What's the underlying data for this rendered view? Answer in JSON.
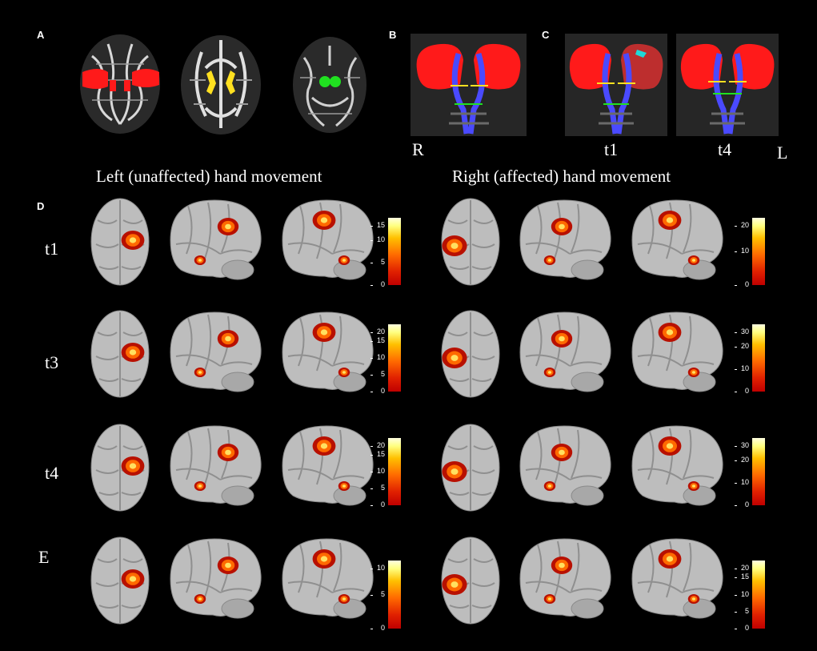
{
  "panels": {
    "A": "A",
    "B": "B",
    "C": "C",
    "D": "D",
    "E": "E"
  },
  "orientation": {
    "right": "R",
    "left": "L",
    "coronal_t1": "t1",
    "coronal_t4": "t4"
  },
  "headings": {
    "left_hand": "Left (unaffected) hand movement",
    "right_hand": "Right (affected) hand movement"
  },
  "timepoints": [
    "t1",
    "t3",
    "t4"
  ],
  "colorbars": {
    "colors": [
      "#c00000",
      "#ff6a00",
      "#ffc000",
      "#ffffe0"
    ],
    "left": {
      "t1": [
        "15",
        "10",
        "5",
        "0"
      ],
      "t3": [
        "20",
        "15",
        "10",
        "5",
        "0"
      ],
      "t4": [
        "20",
        "15",
        "10",
        "5",
        "0"
      ],
      "E": [
        "10",
        "5",
        "0"
      ]
    },
    "right": {
      "t1": [
        "20",
        "10",
        "0"
      ],
      "t3": [
        "30",
        "20",
        "10",
        "0"
      ],
      "t4": [
        "30",
        "20",
        "10",
        "0"
      ],
      "E": [
        "20",
        "15",
        "10",
        "5",
        "0"
      ]
    }
  },
  "roi_colors": {
    "motor_cortex": "#ff1a1a",
    "internal_capsule": "#ffe020",
    "cerebral_peduncle": "#20e020",
    "tract": "#4a4aff",
    "lesion": "#20d8d8"
  }
}
